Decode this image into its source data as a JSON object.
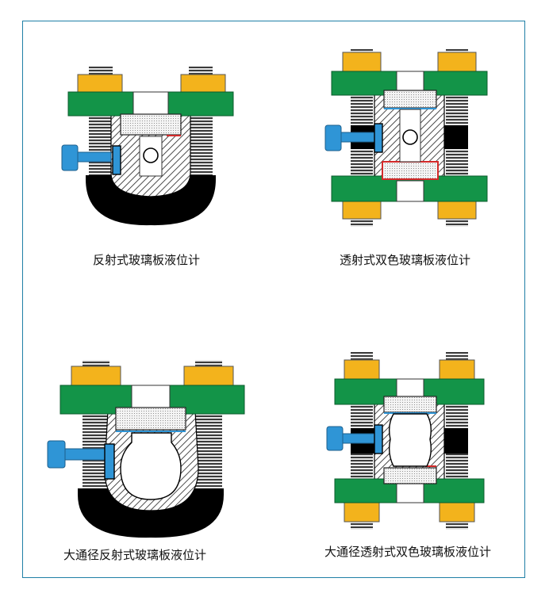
{
  "captions": {
    "reflective": "反射式玻璃板液位计",
    "transmissive": "透射式双色玻璃板液位计",
    "large_reflective": "大通径反射式玻璃板液位计",
    "large_transmissive": "大通径透射式双色玻璃板液位计"
  },
  "colors": {
    "frame": "#1f7fa6",
    "flange": "#139448",
    "nut": "#f3b31c",
    "connector": "#2f95d6",
    "body": "#000000",
    "seal": "#d42a2a"
  }
}
